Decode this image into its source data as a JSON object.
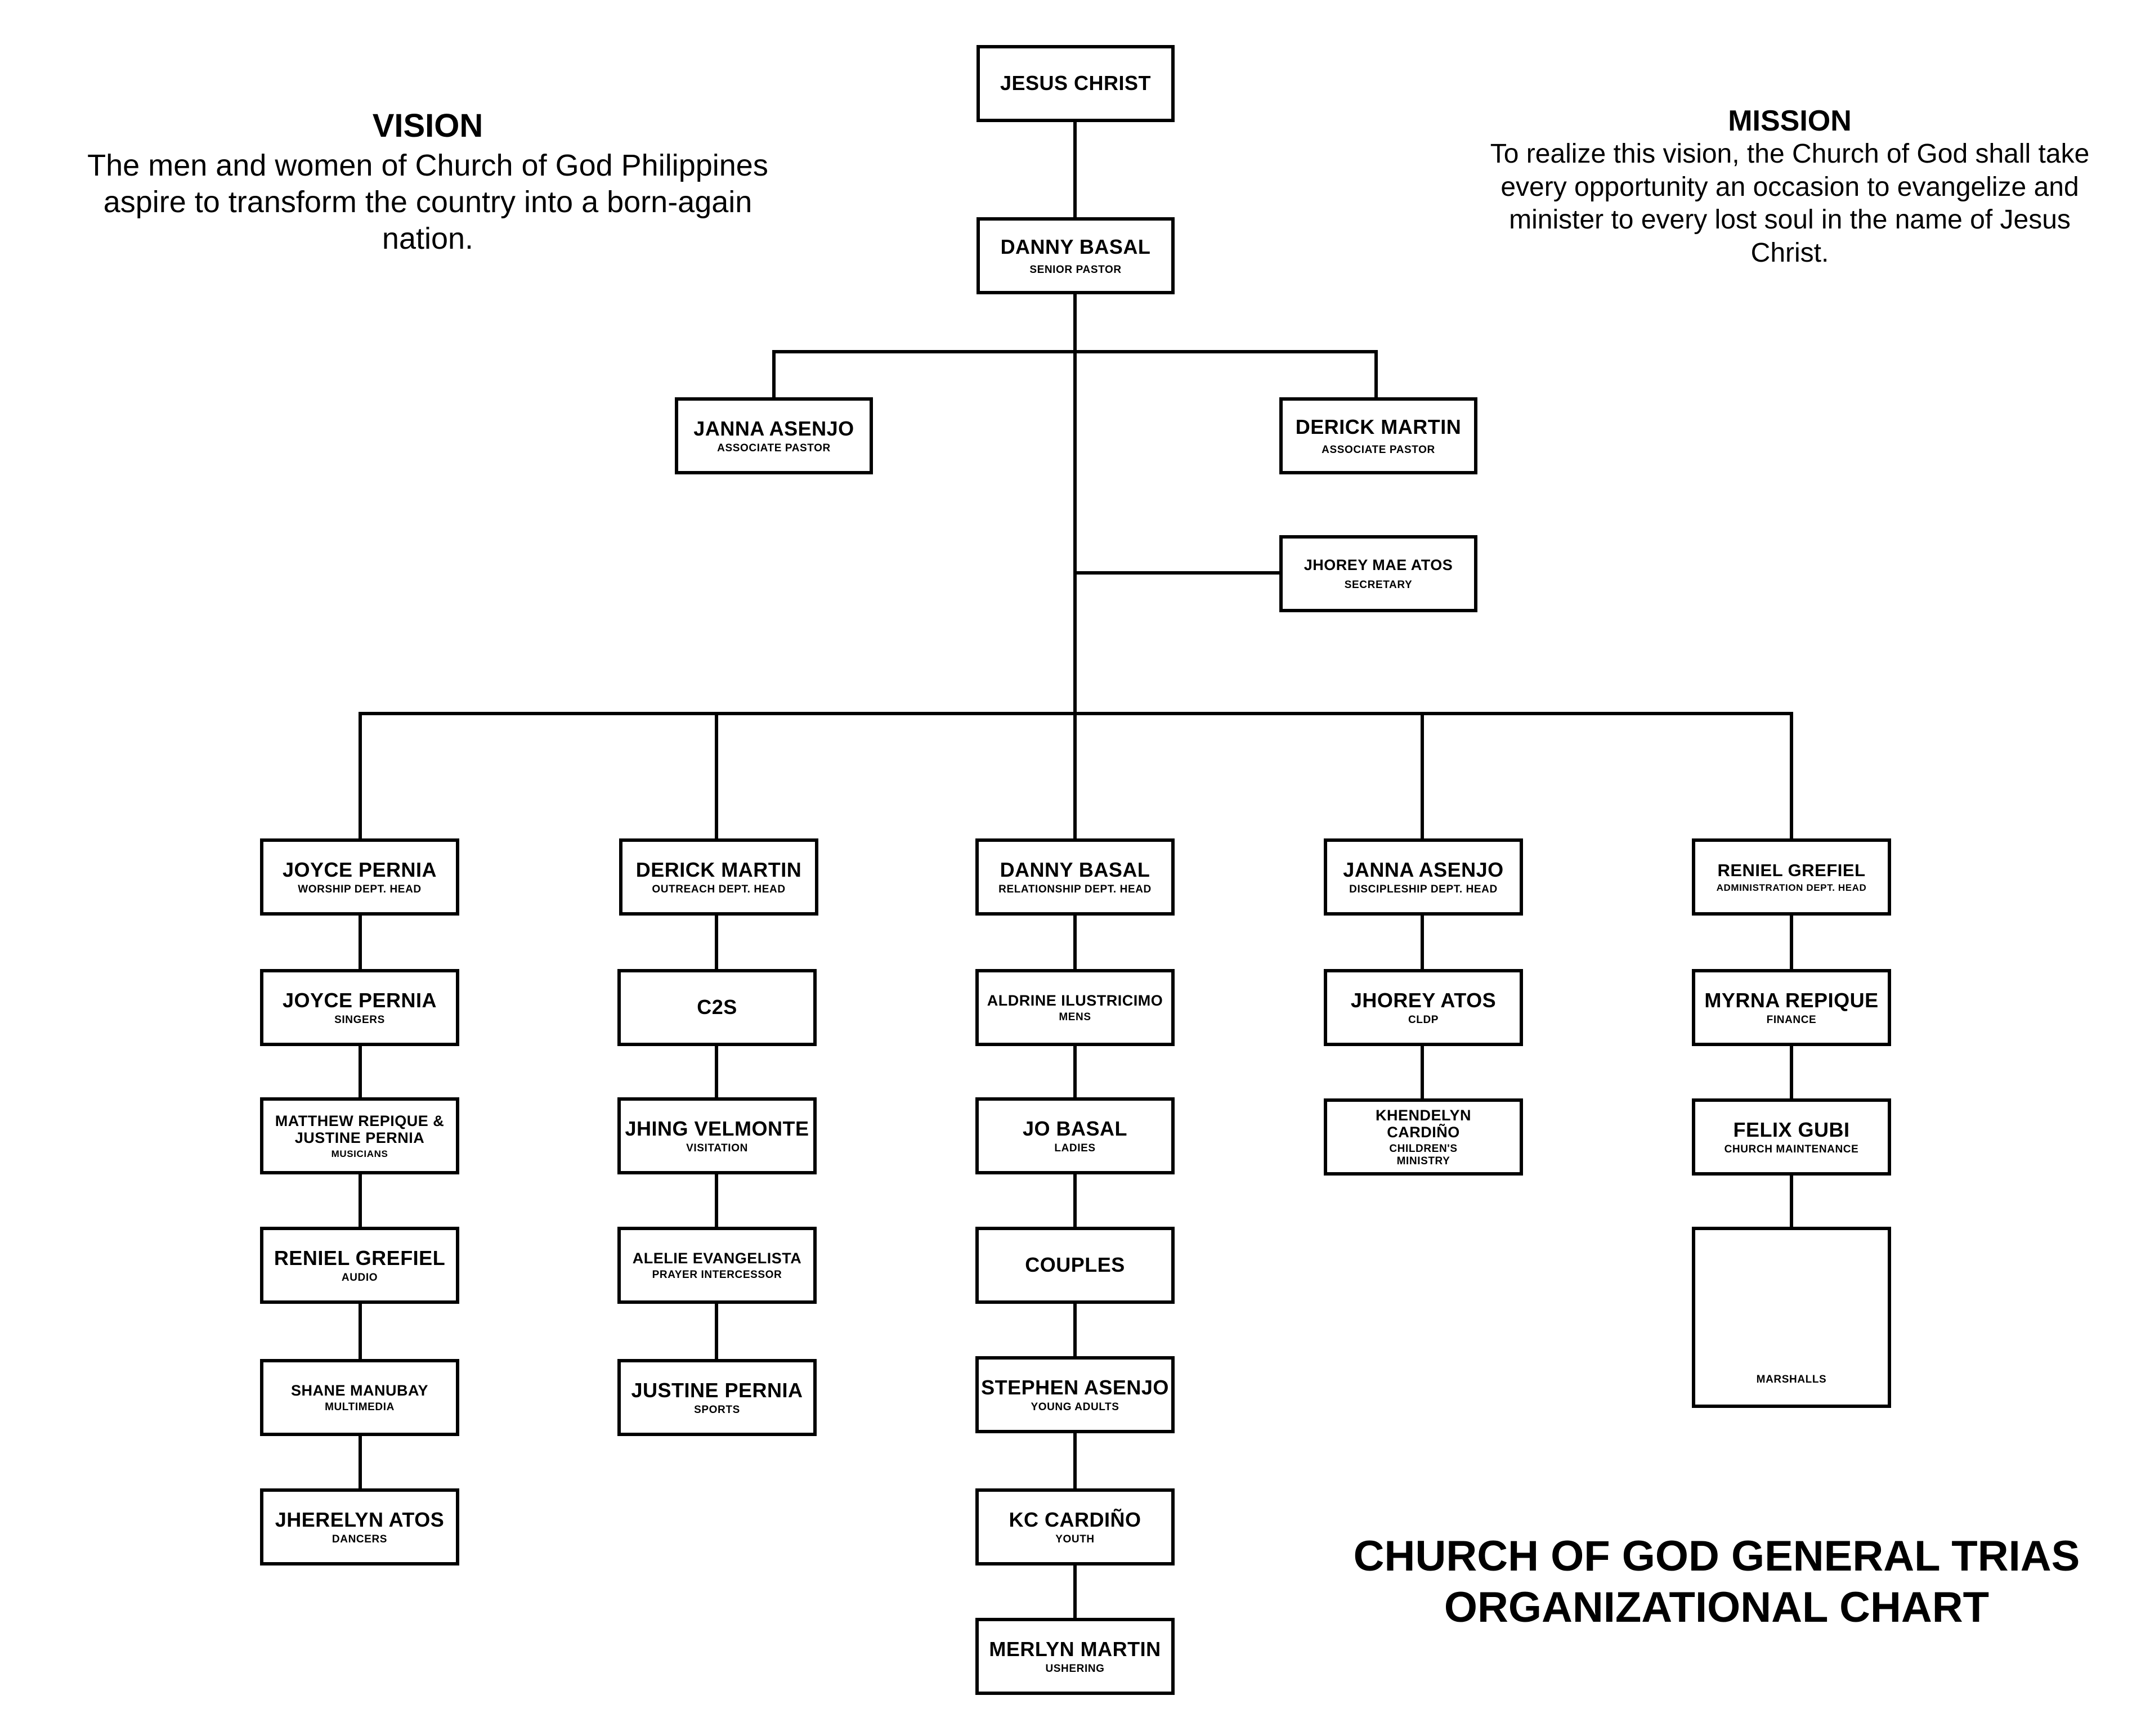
{
  "vision": {
    "heading": "VISION",
    "text": "The men and women of Church of God Philippines aspire to transform the country into a born-again nation."
  },
  "mission": {
    "heading": "MISSION",
    "text": "To realize this vision, the Church of God shall take every opportunity an occasion to evangelize and minister to every lost soul in the name of Jesus Christ."
  },
  "title": {
    "line1": "CHURCH OF GOD GENERAL TRIAS",
    "line2": "ORGANIZATIONAL CHART"
  },
  "nodes": {
    "jesus": {
      "name": "JESUS CHRIST",
      "role": ""
    },
    "senior": {
      "name": "DANNY BASAL",
      "role": "SENIOR PASTOR"
    },
    "assoc_left": {
      "name": "JANNA ASENJO",
      "role": "ASSOCIATE PASTOR"
    },
    "assoc_right": {
      "name": "DERICK MARTIN",
      "role": "ASSOCIATE PASTOR"
    },
    "secretary": {
      "name": "JHOREY MAE ATOS",
      "role": "SECRETARY"
    },
    "worship_head": {
      "name": "JOYCE PERNIA",
      "role": "WORSHIP DEPT. HEAD"
    },
    "singers": {
      "name": "JOYCE PERNIA",
      "role": "SINGERS"
    },
    "musicians": {
      "name": "MATTHEW REPIQUE & JUSTINE PERNIA",
      "role": "MUSICIANS"
    },
    "audio": {
      "name": "RENIEL GREFIEL",
      "role": "AUDIO"
    },
    "multimedia": {
      "name": "SHANE MANUBAY",
      "role": "MULTIMEDIA"
    },
    "dancers": {
      "name": "JHERELYN ATOS",
      "role": "DANCERS"
    },
    "outreach_head": {
      "name": "DERICK MARTIN",
      "role": "OUTREACH DEPT. HEAD"
    },
    "c2s": {
      "name": "C2S",
      "role": ""
    },
    "visitation": {
      "name": "JHING VELMONTE",
      "role": "VISITATION"
    },
    "prayer": {
      "name": "ALELIE EVANGELISTA",
      "role": "PRAYER INTERCESSOR"
    },
    "sports": {
      "name": "JUSTINE PERNIA",
      "role": "SPORTS"
    },
    "relationship_head": {
      "name": "DANNY BASAL",
      "role": "RELATIONSHIP DEPT. HEAD"
    },
    "mens": {
      "name": "ALDRINE ILUSTRICIMO",
      "role": "MENS"
    },
    "ladies": {
      "name": "JO BASAL",
      "role": "LADIES"
    },
    "couples": {
      "name": "COUPLES",
      "role": ""
    },
    "young_adults": {
      "name": "STEPHEN ASENJO",
      "role": "YOUNG ADULTS"
    },
    "youth": {
      "name": "KC CARDIÑO",
      "role": "YOUTH"
    },
    "ushering": {
      "name": "MERLYN MARTIN",
      "role": "USHERING"
    },
    "discipleship_head": {
      "name": "JANNA ASENJO",
      "role": "DISCIPLESHIP DEPT. HEAD"
    },
    "cldp": {
      "name": "JHOREY ATOS",
      "role": "CLDP"
    },
    "childrens": {
      "name": "KHENDELYN CARDIÑO",
      "role": "CHILDREN'S MINISTRY"
    },
    "admin_head": {
      "name": "RENIEL GREFIEL",
      "role": "ADMINISTRATION DEPT. HEAD"
    },
    "finance": {
      "name": "MYRNA REPIQUE",
      "role": "FINANCE"
    },
    "maintenance": {
      "name": "FELIX GUBI",
      "role": "CHURCH MAINTENANCE"
    },
    "marshalls": {
      "name": "",
      "role": "MARSHALLS"
    }
  }
}
